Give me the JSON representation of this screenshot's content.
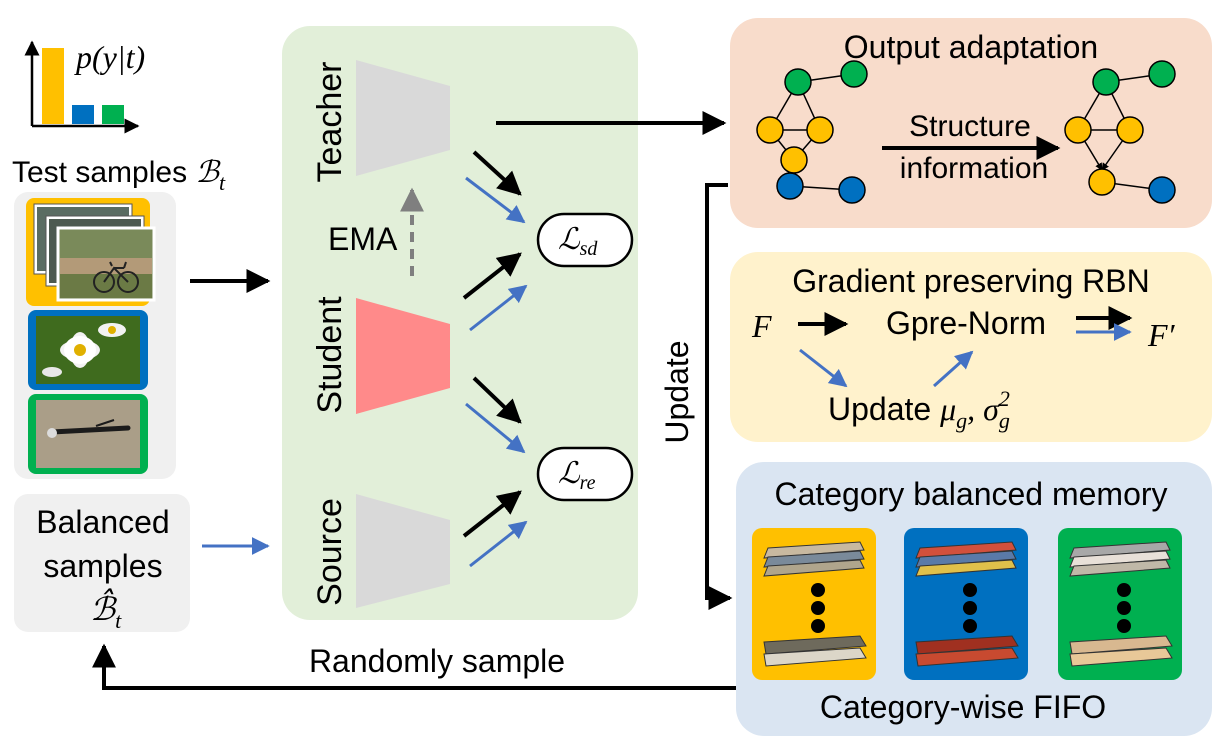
{
  "histogram": {
    "label_main": "p(y|t)",
    "bar_levels": [
      1.0,
      0.25,
      0.25
    ],
    "bar_colors": [
      "#FFC000",
      "#0070C0",
      "#00B050"
    ]
  },
  "test_samples": {
    "label_text": "Test samples ",
    "label_math": "ℬ",
    "label_sub": "t",
    "thumbs": [
      {
        "frame_color": "#FFC000",
        "scene": "bicycle"
      },
      {
        "frame_color": "#0070C0",
        "scene": "daisy"
      },
      {
        "frame_color": "#00B050",
        "scene": "pen"
      }
    ]
  },
  "balanced_samples": {
    "line1": "Balanced",
    "line2": "samples",
    "math": "ℬ̂",
    "sub": "t"
  },
  "models": {
    "teacher": "Teacher",
    "student": "Student",
    "source": "Source",
    "ema": "EMA"
  },
  "losses": {
    "sd_main": "ℒ",
    "sd_sub": "sd",
    "re_main": "ℒ",
    "re_sub": "re"
  },
  "update_label": "Update",
  "randomly_sample": "Randomly sample",
  "output_adaptation": {
    "title": "Output adaptation",
    "arrow_line1": "Structure",
    "arrow_line2": "information"
  },
  "rbn": {
    "title": "Gradient preserving RBN",
    "input": "F",
    "norm": "Gpre-Norm",
    "output": "F′",
    "update_text": "Update ",
    "mu": "μ",
    "mu_sub": "g",
    "sigma": "σ",
    "sigma_sub": "g",
    "sigma_sup": "2"
  },
  "memory": {
    "title": "Category balanced memory",
    "footer": "Category-wise FIFO",
    "stack_colors": [
      "#FFC000",
      "#0070C0",
      "#00B050"
    ]
  },
  "colors": {
    "green_panel": "#E2EFD9",
    "orange_panel": "#F8DCCB",
    "yellow_panel": "#FFF2CC",
    "blue_panel": "#DAE5F2",
    "gray_panel": "#F0F0F0",
    "teacher_trap": "#D9D9D9",
    "student_trap": "#FF8A8A",
    "source_trap": "#D9D9D9",
    "blue_arrow": "#4472C4",
    "node_green": "#00B050",
    "node_yellow": "#FFC000",
    "node_blue": "#0070C0"
  }
}
